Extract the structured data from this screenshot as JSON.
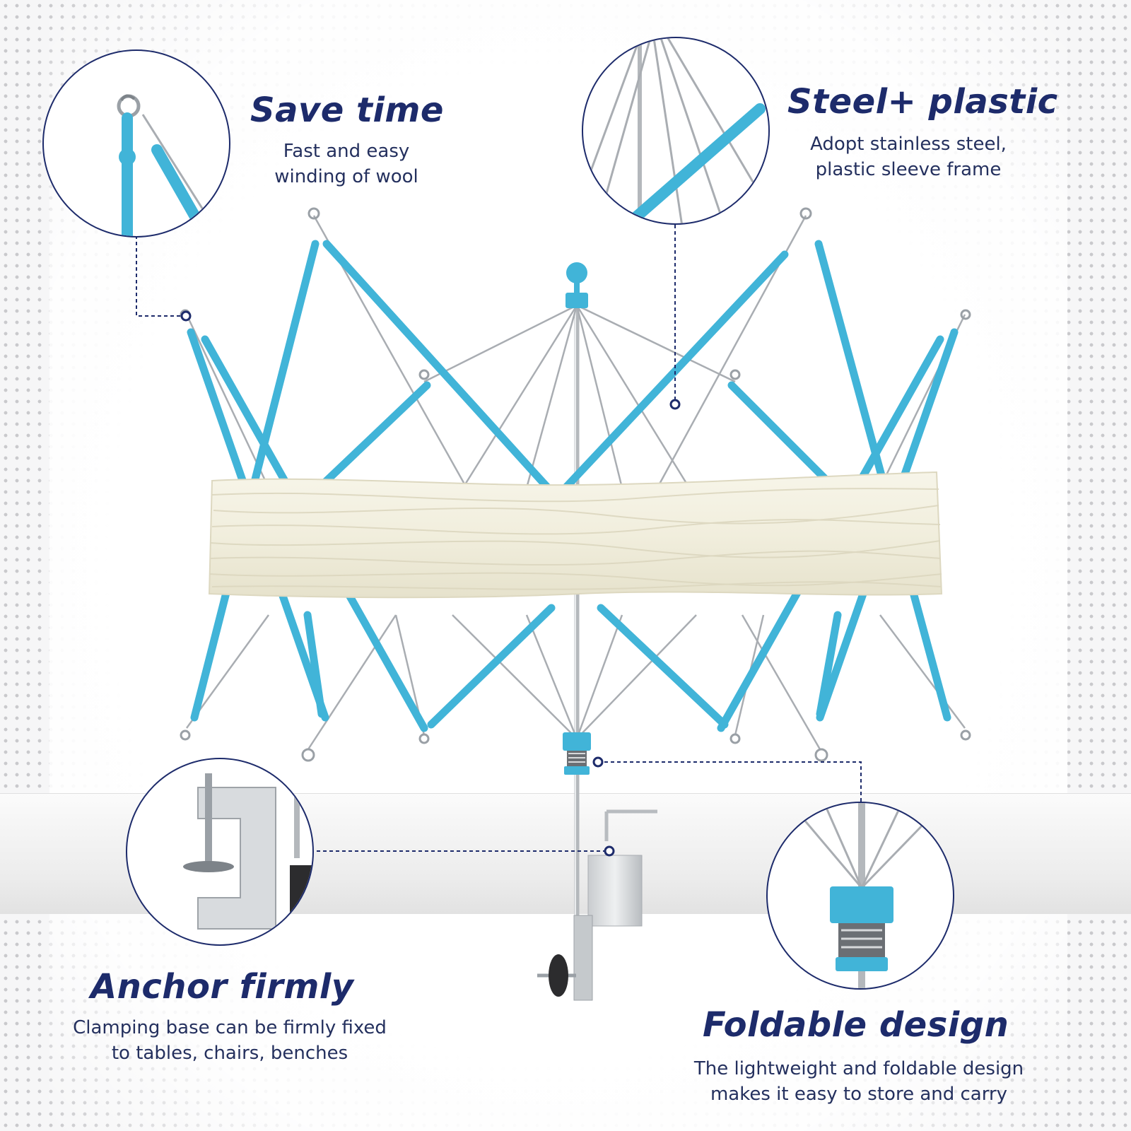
{
  "features": {
    "save_time": {
      "title": "Save time",
      "line1": "Fast and easy",
      "line2": "winding of wool"
    },
    "material": {
      "title": "Steel+ plastic",
      "line1": "Adopt stainless steel,",
      "line2": "plastic sleeve frame"
    },
    "anchor": {
      "title": "Anchor firmly",
      "line1": "Clamping base can be firmly fixed",
      "line2": "to tables, chairs, benches"
    },
    "foldable": {
      "title": "Foldable design",
      "line1": "The lightweight and foldable design",
      "line2": "makes it easy to store and carry"
    }
  },
  "colors": {
    "navy": "#1d2b6b",
    "frame_blue": "#41b4d8",
    "yarn": "#f2efdf",
    "steel": "#a9adb2"
  },
  "icons": [
    "ring-hook-icon",
    "steel-rod-icon",
    "table-clamp-icon",
    "spring-hub-icon"
  ]
}
